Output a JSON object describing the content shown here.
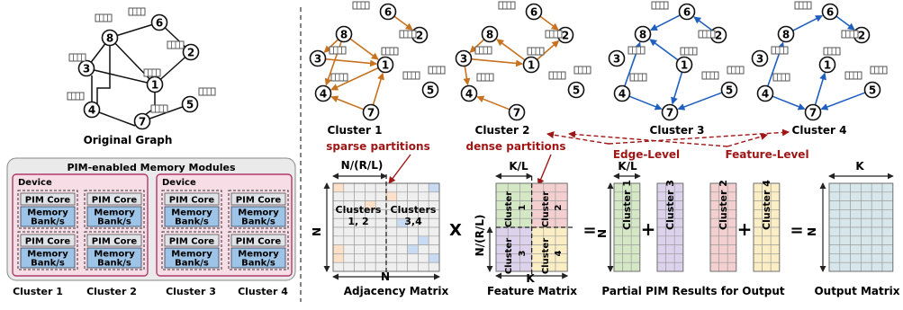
{
  "original_graph": {
    "title": "Original Graph",
    "node_labels": {
      "n1": "1",
      "n2": "2",
      "n3": "3",
      "n4": "4",
      "n5": "5",
      "n6": "6",
      "n7": "7",
      "n8": "8"
    }
  },
  "clusters": [
    {
      "title": "Cluster 1",
      "edge_color": "#c8711e"
    },
    {
      "title": "Cluster 2",
      "edge_color": "#c8711e"
    },
    {
      "title": "Cluster 3",
      "edge_color": "#1f5fc0"
    },
    {
      "title": "Cluster 4",
      "edge_color": "#1f5fc0"
    }
  ],
  "pim": {
    "title": "PIM-enabled Memory Modules",
    "device_label": "Device",
    "core_label": "PIM Core",
    "bank_line1": "Memory",
    "bank_line2": "Bank/s",
    "cluster_labels": [
      "Cluster 1",
      "Cluster 2",
      "Cluster 3",
      "Cluster 4"
    ]
  },
  "annotations": {
    "sparse": "sparse partitions",
    "dense": "dense partitions",
    "edge_level": "Edge-Level",
    "feature_level": "Feature-Level",
    "accent_color": "#a01515"
  },
  "adjacency": {
    "title": "Adjacency Matrix",
    "top_dim": "N/(R/L)",
    "left_dim": "N",
    "bottom_dim": "N",
    "clusters_label": "Clusters",
    "left_group": "1, 2",
    "right_group": "3,4"
  },
  "feature": {
    "title": "Feature Matrix",
    "top_dim": "K/L",
    "left_dim": "N/(R/L)",
    "bottom_dim": "K",
    "cluster_word": "Cluster",
    "labels": [
      "1",
      "2",
      "3",
      "4"
    ]
  },
  "partial": {
    "title": "Partial PIM Results for Output",
    "top_dim": "K/L",
    "left_dim": "N",
    "labels": [
      "Cluster 1",
      "Cluster 3",
      "Cluster 2",
      "Cluster 4"
    ]
  },
  "output": {
    "title": "Output Matrix",
    "top_dim": "K",
    "left_dim": "N"
  },
  "operators": {
    "times": "X",
    "equals": "=",
    "plus": "+"
  },
  "colors": {
    "green": "#d5e8c6",
    "purple": "#dcd2ec",
    "pink": "#f3cfd0",
    "yellow": "#fbeec4",
    "output": "#d6e6ea",
    "peach": "#fde0c8",
    "blue": "#c9dbf3",
    "pim_bg": "#eaeaea",
    "device_bg": "#f7dde6",
    "device_border": "#b03a6a",
    "core_bg": "#dfe3e8",
    "bank_bg": "#9dc3e6"
  }
}
